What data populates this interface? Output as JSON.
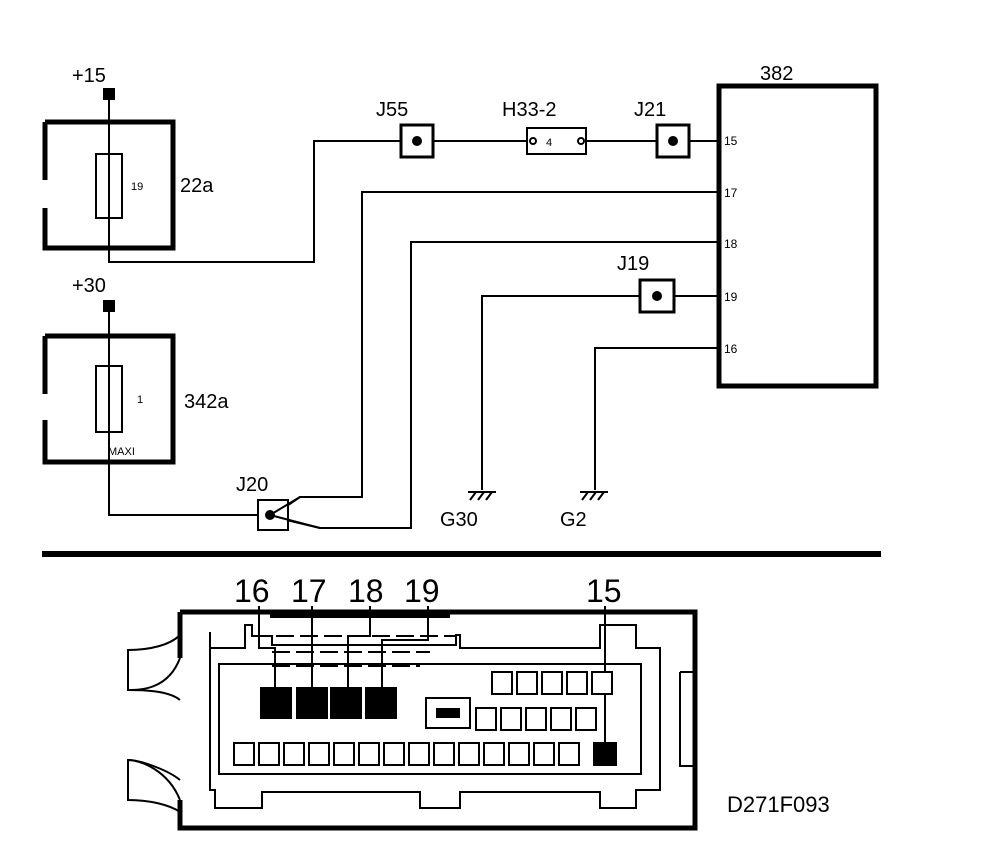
{
  "supply": {
    "plus15": "+15",
    "plus30": "+30"
  },
  "fuses": {
    "f22a": {
      "name": "22a",
      "number": "19"
    },
    "f342a": {
      "name": "342a",
      "number": "1",
      "type": "MAXI"
    }
  },
  "junctions": {
    "j55": "J55",
    "j21": "J21",
    "j19": "J19",
    "j20": "J20"
  },
  "component_h33": {
    "name": "H33-2",
    "pin": "4"
  },
  "ecu": {
    "name": "382",
    "pins": [
      "15",
      "17",
      "18",
      "19",
      "16"
    ]
  },
  "grounds": {
    "g30": "G30",
    "g2": "G2"
  },
  "connector": {
    "pin_labels": [
      "16",
      "17",
      "18",
      "19",
      "15"
    ]
  },
  "figure_code": "D271F093"
}
